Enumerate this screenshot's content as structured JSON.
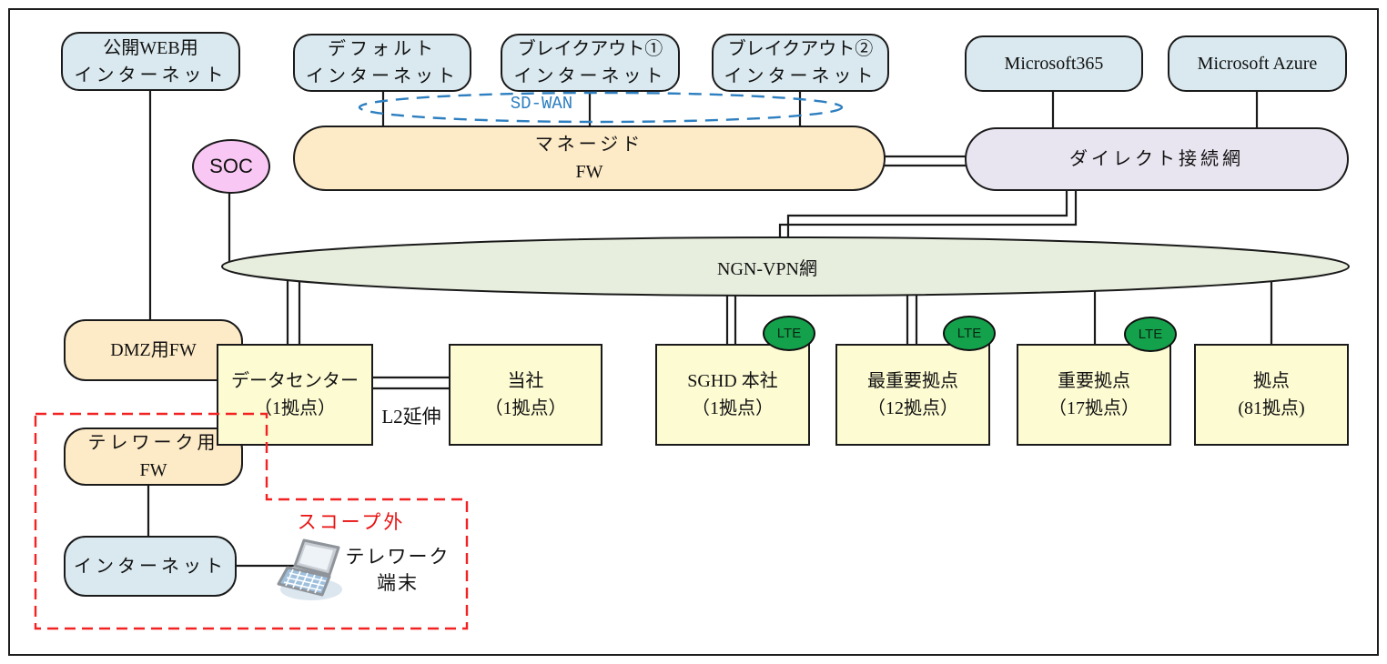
{
  "diagram": {
    "title_hint": "network-topology-diagram",
    "clouds": {
      "public_web": {
        "line1": "公開WEB用",
        "line2": "インターネット"
      },
      "default_internet": {
        "line1": "デフォルト",
        "line2": "インターネット"
      },
      "breakout1": {
        "line1": "ブレイクアウト①",
        "line2": "インターネット"
      },
      "breakout2": {
        "line1": "ブレイクアウト②",
        "line2": "インターネット"
      },
      "m365": {
        "label": "Microsoft365"
      },
      "azure": {
        "label": "Microsoft Azure"
      }
    },
    "sd_wan": {
      "label": "SD-WAN"
    },
    "managed_fw": {
      "line1": "マネージド",
      "line2": "FW"
    },
    "direct_network": {
      "label": "ダイレクト接続網"
    },
    "soc": {
      "label": "SOC"
    },
    "ngn_vpn": {
      "label": "NGN-VPN網"
    },
    "dmz_fw": {
      "label": "DMZ用FW"
    },
    "telework_fw": {
      "line1": "テレワーク用",
      "line2": "FW"
    },
    "internet": {
      "label": "インターネット"
    },
    "telework_terminal": {
      "line1": "テレワーク",
      "line2": "端末"
    },
    "scope_out": {
      "label": "スコープ外"
    },
    "l2_extension": {
      "label": "L2延伸"
    },
    "lte_badge": "LTE",
    "sites": [
      {
        "line1": "データセンター",
        "line2": "（1拠点）"
      },
      {
        "line1": "当社",
        "line2": "（1拠点）"
      },
      {
        "line1": "SGHD 本社",
        "line2": "（1拠点）"
      },
      {
        "line1": "最重要拠点",
        "line2": "（12拠点）"
      },
      {
        "line1": "重要拠点",
        "line2": "（17拠点）"
      },
      {
        "line1": "拠点",
        "line2": "(81拠点)"
      }
    ],
    "colors": {
      "cloud_blue": "#d9e9ef",
      "fw_orange": "#fdeac6",
      "direct_lavender": "#e9e5f0",
      "ngn_green": "#e7eedd",
      "site_yellow": "#fdfbd2",
      "soc_pink": "#f8c7f3",
      "lte_green": "#14a14b",
      "sdwan_blue": "#2d7fc0",
      "scope_red": "#e81010",
      "line_black": "#1a1a1a"
    }
  }
}
